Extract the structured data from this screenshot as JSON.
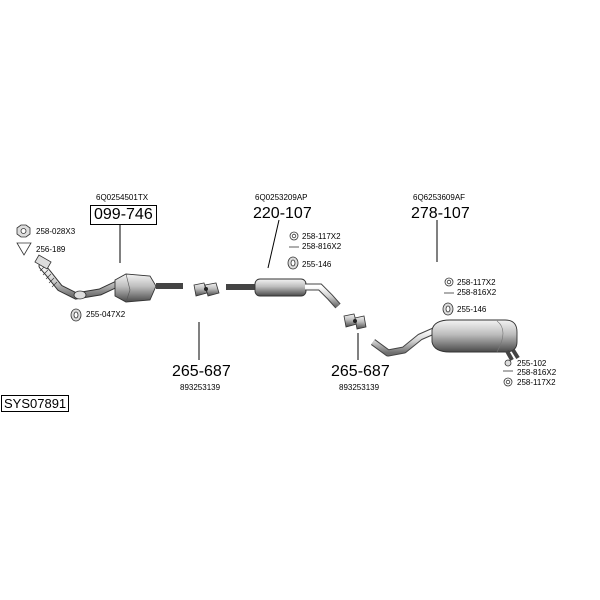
{
  "diagram_id": "SYS07891",
  "sections": {
    "front": {
      "oe_number": "6Q0254501TX",
      "part_number": "099-746",
      "small_parts": [
        "258-028X3",
        "256-189",
        "255-047X2"
      ]
    },
    "middle": {
      "oe_number": "6Q0253209AP",
      "part_number": "220-107",
      "small_parts": [
        "258-117X2",
        "258-816X2",
        "255-146"
      ]
    },
    "rear": {
      "oe_number": "6Q6253609AF",
      "part_number": "278-107",
      "small_parts": [
        "258-117X2",
        "258-816X2",
        "255-146"
      ],
      "tail_parts": [
        "255-102",
        "258-816X2",
        "258-117X2"
      ]
    },
    "connector_1": {
      "part_number": "265-687",
      "oe_number": "893253139"
    },
    "connector_2": {
      "part_number": "265-687",
      "oe_number": "893253139"
    }
  }
}
